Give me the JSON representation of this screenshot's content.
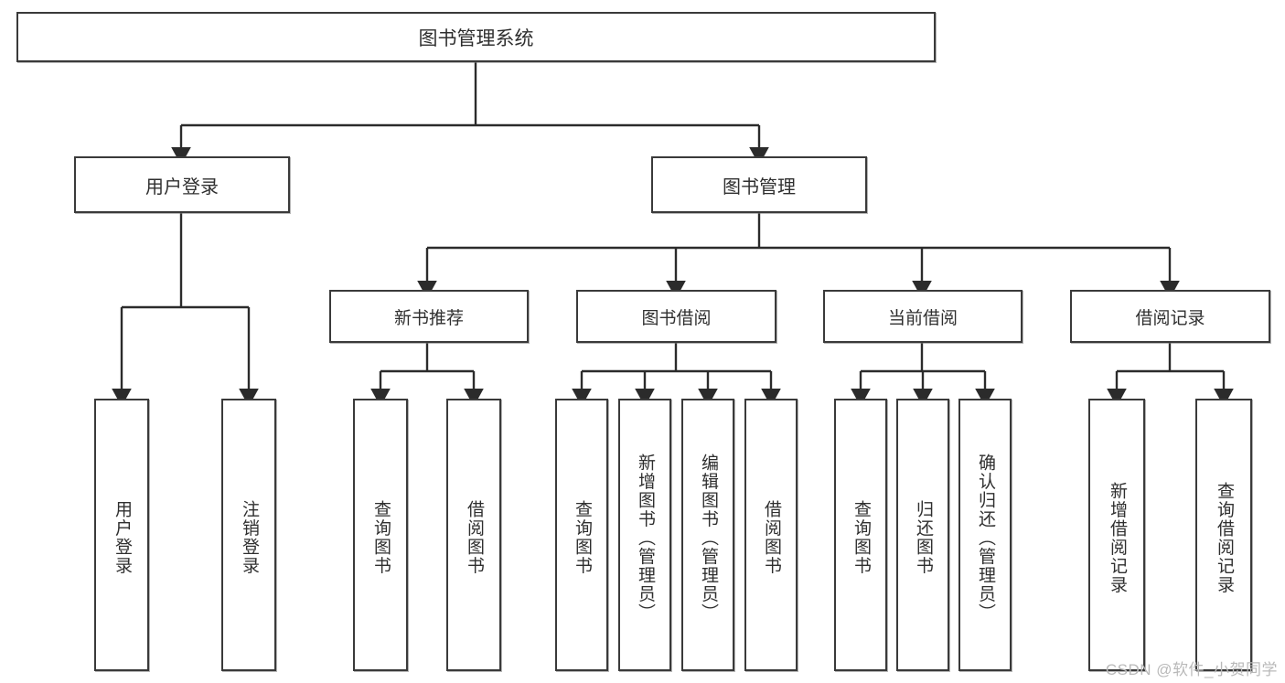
{
  "diagram": {
    "type": "tree-hierarchy",
    "orientation": "top-down",
    "title": "图书管理系统",
    "watermark": "CSDN @软件_小贺同学",
    "colors": {
      "background": "#ffffff",
      "box_border": "#3a3a3a",
      "box_fill": "#ffffff",
      "text": "#2f2f2f",
      "connector": "#2b2b2b",
      "watermark": "#b9b9b9"
    },
    "nodes": {
      "root": {
        "label": "图书管理系统"
      },
      "level1": [
        {
          "label": "用户登录"
        },
        {
          "label": "图书管理"
        }
      ],
      "level2": [
        {
          "label": "新书推荐"
        },
        {
          "label": "图书借阅"
        },
        {
          "label": "当前借阅"
        },
        {
          "label": "借阅记录"
        }
      ],
      "leaves": {
        "user_login": [
          {
            "label": "用户登录"
          },
          {
            "label": "注销登录"
          }
        ],
        "new_book_recommend": [
          {
            "label": "查询图书"
          },
          {
            "label": "借阅图书"
          }
        ],
        "book_borrow": [
          {
            "label": "查询图书"
          },
          {
            "label": "新增图书（管理员）"
          },
          {
            "label": "编辑图书（管理员）"
          },
          {
            "label": "借阅图书"
          }
        ],
        "current_borrow": [
          {
            "label": "查询图书"
          },
          {
            "label": "归还图书"
          },
          {
            "label": "确认归还（管理员）"
          }
        ],
        "borrow_record": [
          {
            "label": "新增借阅记录"
          },
          {
            "label": "查询借阅记录"
          }
        ]
      }
    }
  }
}
